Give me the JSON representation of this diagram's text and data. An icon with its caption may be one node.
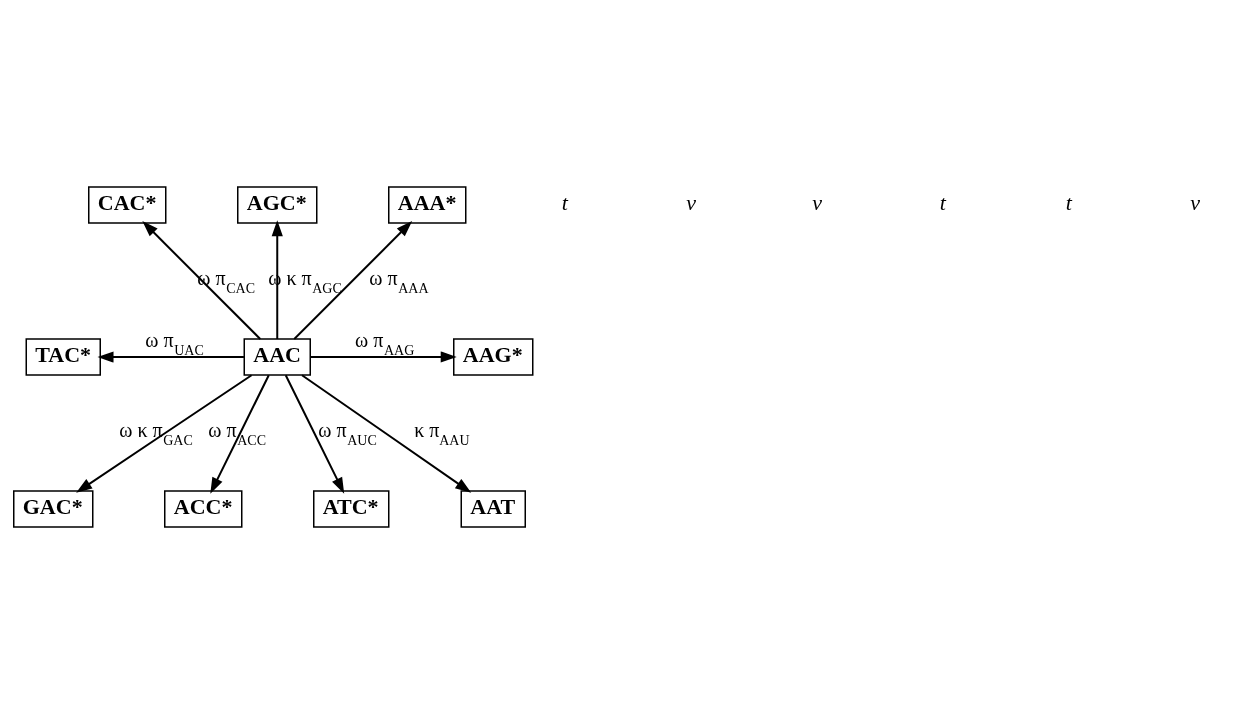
{
  "diagram": {
    "nodes": [
      {
        "text": [
          "AGC*"
        ]
      },
      {
        "text": [
          "CAC*"
        ]
      },
      {
        "text": [
          "AAA*"
        ]
      },
      {
        "text": [
          "TAC*"
        ]
      },
      {
        "text": [
          "AAC"
        ]
      },
      {
        "text": [
          "AAG*"
        ]
      },
      {
        "text": [
          "GAC*"
        ]
      },
      {
        "text": [
          "AAT"
        ]
      },
      {
        "text": [
          "ACC*"
        ]
      },
      {
        "text": [
          "ATC*"
        ]
      }
    ],
    "edges": [
      {
        "from": 4,
        "to": 0,
        "arrow": "to",
        "label": "ω κ π$_{AGC}$"
      },
      {
        "from": 4,
        "to": 1,
        "arrow": "to",
        "label": "ω π$_{CAC}$"
      },
      {
        "from": 4,
        "to": 2,
        "arrow": "to",
        "label": "ω π$_{AAA}$"
      },
      {
        "from": 4,
        "to": 3,
        "arrow": "to",
        "label": "ω π$_{UAC}$"
      },
      {
        "from": 4,
        "to": 5,
        "arrow": "to",
        "label": "ω π$_{AAG}$"
      },
      {
        "from": 4,
        "to": 6,
        "arrow": "to",
        "label": "ω κ π$_{GAC}$"
      },
      {
        "from": 4,
        "to": 7,
        "arrow": "to",
        "label": "κ π$_{AAU}$"
      },
      {
        "from": 4,
        "to": 8,
        "arrow": "to",
        "label": "ω π$_{ACC}$"
      },
      {
        "from": 4,
        "to": 9,
        "arrow": "to",
        "label": "ω π$_{AUC}$"
      }
    ],
    "labels": [
      "t",
      "v",
      "v",
      "t",
      "t",
      "v"
    ]
  }
}
